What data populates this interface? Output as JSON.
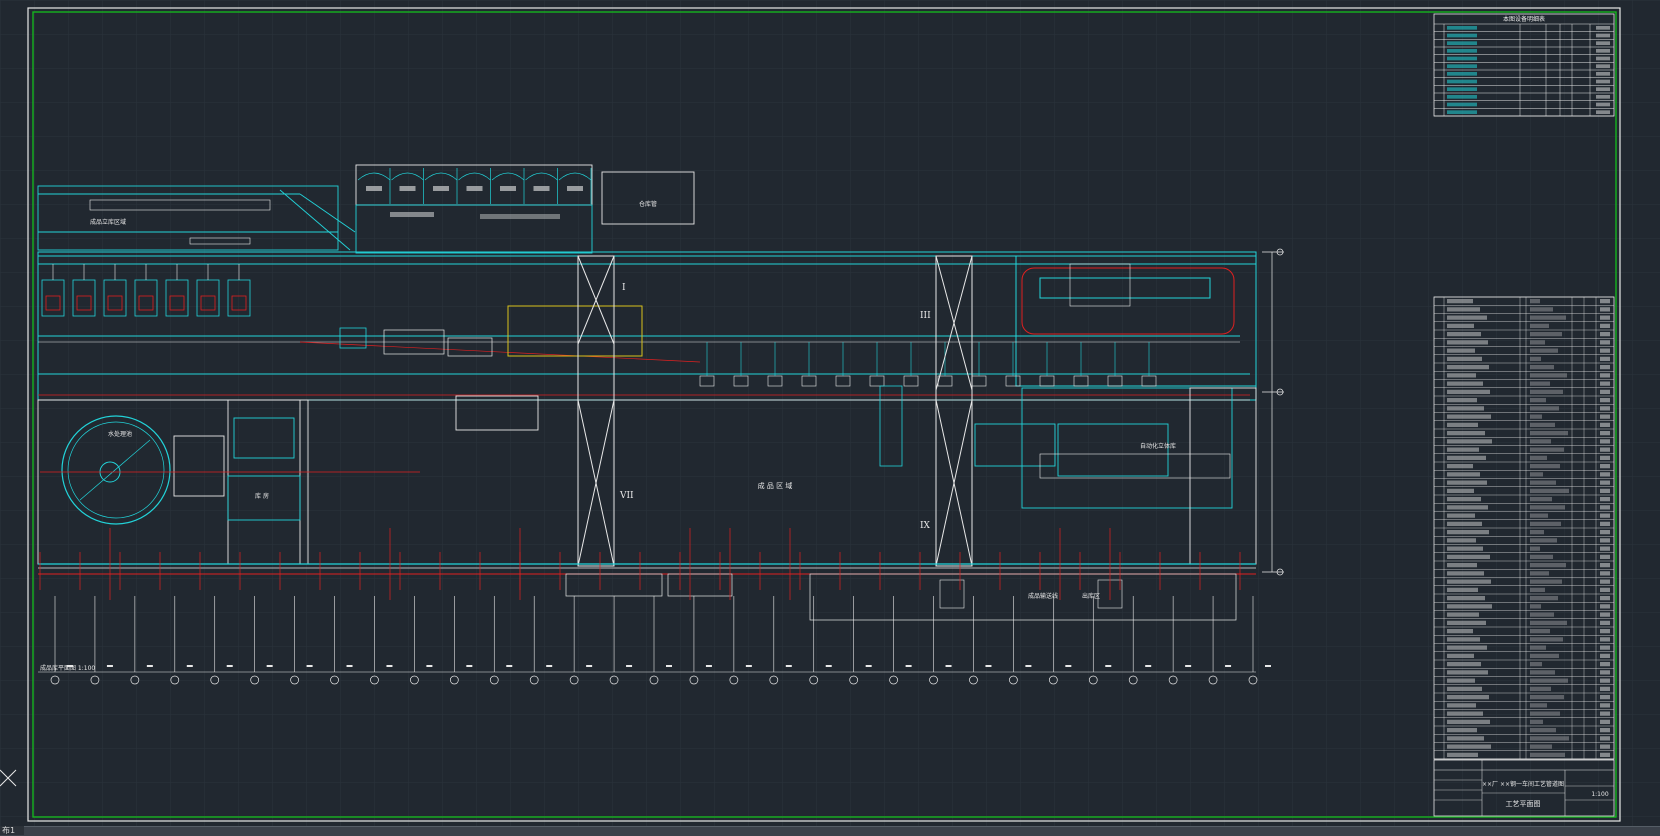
{
  "table_top": {
    "title": "本图设备明细表",
    "rows": 12
  },
  "table_main": {
    "rows": 56
  },
  "title_block": {
    "project_line": "××厂 ××钢一车间工艺管道图",
    "drawing_name": "工艺平面图",
    "scale": "1:100"
  },
  "labels": {
    "left_annex": "成品立库区域",
    "control_room": "仓库管",
    "center_hall": "成 品 区 域",
    "right_room": "自动化立体库",
    "tank_label": "水处理池",
    "small_room": "库 房",
    "bottom_note": "成品输送线",
    "bottom_note2": "出库区",
    "axis_note": "成品库平面图 1:100"
  },
  "section_marks": [
    "I",
    "III",
    "VII",
    "IX"
  ],
  "axis_count": 31,
  "status_bar": {
    "layout_tab": "布1"
  },
  "colors": {
    "background": "#212830",
    "frame": "#16b31e",
    "cyan": "#22d3d9",
    "white": "#e8e8e8",
    "red": "#e02020",
    "yellow": "#d9c21b"
  }
}
